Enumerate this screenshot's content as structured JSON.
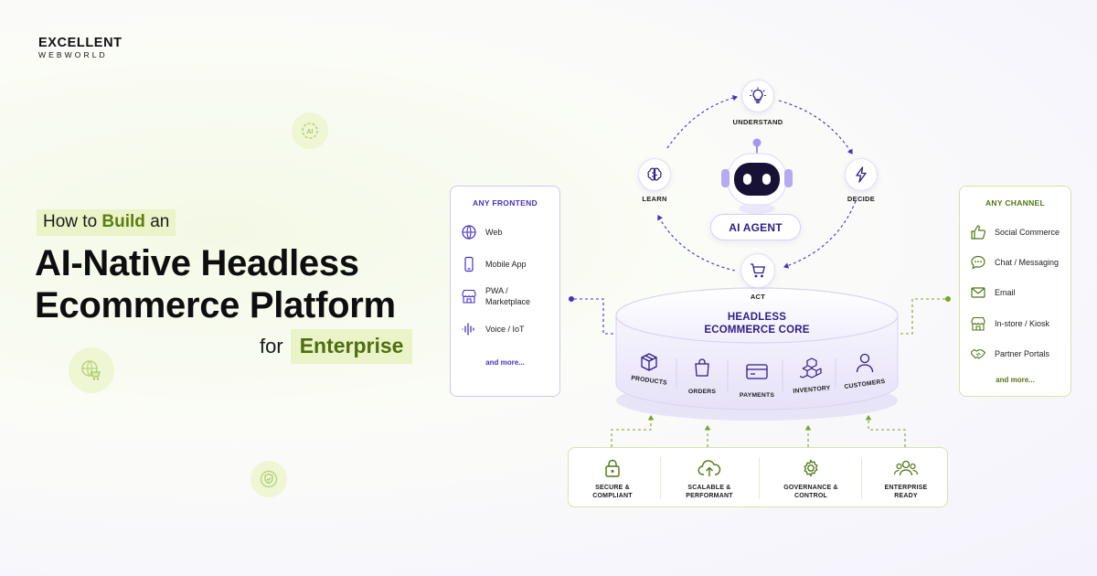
{
  "logo": {
    "top": "EXCELLENT",
    "bottom": "WEBWORLD"
  },
  "headline": {
    "how_prefix": "How to ",
    "how_bold": "Build",
    "how_suffix": " an",
    "line1": "AI-Native Headless",
    "line2": "Ecommerce Platform",
    "for": "for",
    "enterprise": "Enterprise"
  },
  "decorations": {
    "ai_badge": "AI"
  },
  "frontend": {
    "title": "ANY FRONTEND",
    "items": [
      {
        "label": "Web",
        "icon": "globe-icon"
      },
      {
        "label": "Mobile App",
        "icon": "mobile-icon"
      },
      {
        "label": "PWA /\nMarketplace",
        "icon": "store-icon"
      },
      {
        "label": "Voice / IoT",
        "icon": "voice-icon"
      }
    ],
    "more": "and more..."
  },
  "channel": {
    "title": "ANY CHANNEL",
    "items": [
      {
        "label": "Social Commerce",
        "icon": "thumbs-up-icon"
      },
      {
        "label": "Chat / Messaging",
        "icon": "chat-icon"
      },
      {
        "label": "Email",
        "icon": "mail-icon"
      },
      {
        "label": "In-store / Kiosk",
        "icon": "shop-icon"
      },
      {
        "label": "Partner Portals",
        "icon": "handshake-icon"
      }
    ],
    "more": "and more..."
  },
  "agent": {
    "label": "AI AGENT",
    "cycle": [
      {
        "label": "UNDERSTAND",
        "icon": "lightbulb-icon"
      },
      {
        "label": "DECIDE",
        "icon": "lightning-icon"
      },
      {
        "label": "ACT",
        "icon": "cart-icon"
      },
      {
        "label": "LEARN",
        "icon": "brain-icon"
      }
    ]
  },
  "core": {
    "title_line1": "HEADLESS",
    "title_line2": "ECOMMERCE CORE",
    "modules": [
      {
        "label": "PRODUCTS",
        "icon": "box-icon"
      },
      {
        "label": "ORDERS",
        "icon": "bag-icon"
      },
      {
        "label": "PAYMENTS",
        "icon": "card-icon"
      },
      {
        "label": "INVENTORY",
        "icon": "boxes-icon"
      },
      {
        "label": "CUSTOMERS",
        "icon": "user-icon"
      }
    ]
  },
  "foundation": [
    {
      "line1": "SECURE &",
      "line2": "COMPLIANT",
      "icon": "lock-icon"
    },
    {
      "line1": "SCALABLE &",
      "line2": "PERFORMANT",
      "icon": "cloud-upload-icon"
    },
    {
      "line1": "GOVERNANCE &",
      "line2": "CONTROL",
      "icon": "gear-icon"
    },
    {
      "line1": "ENTERPRISE",
      "line2": "READY",
      "icon": "team-icon"
    }
  ],
  "colors": {
    "purple": "#4a2fbf",
    "green": "#6b8f1f",
    "navy": "#2f1c86"
  }
}
